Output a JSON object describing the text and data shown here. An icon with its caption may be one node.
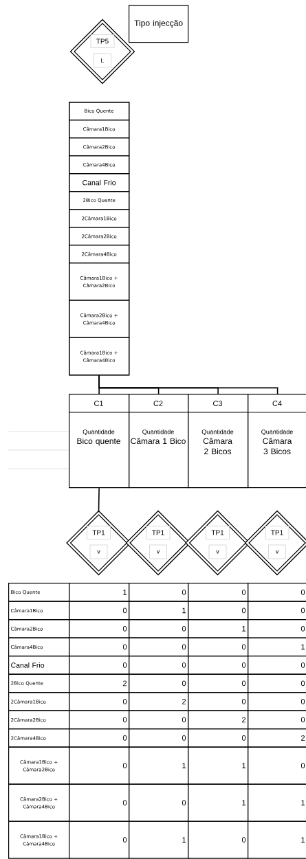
{
  "diagram": {
    "nodes": [
      {
        "text": [
          "TP5",
          "L"
        ]
      },
      {
        "text": [
          "Tipo injecção"
        ]
      },
      {
        "text": [],
        "shape": "box"
      },
      {
        "text": [
          "Bico Quente"
        ],
        "in": 2
      },
      {
        "text": [
          "Câmara1Bico"
        ],
        "in": 2
      },
      {
        "text": [
          "Câmara2Bico"
        ],
        "in": 2
      },
      {
        "text": [
          "Câmara4Bico"
        ],
        "in": 2
      },
      {
        "text": [
          "Canal Frio"
        ],
        "in": 2
      },
      {
        "text": [
          "2Bico Quente"
        ],
        "in": 2
      },
      {
        "text": [
          "2Câmara1Bico"
        ],
        "in": 2
      },
      {
        "text": [
          "2Câmara2Bico"
        ],
        "in": 2
      },
      {
        "text": [
          "2Câmara4Bico"
        ],
        "in": 2
      },
      {
        "text": [
          "Câmara1Bico + Câmara2Bico"
        ],
        "in": 2
      },
      {
        "text": [
          "Câmara2Bico + Câmara4Bico"
        ],
        "in": 2
      },
      {
        "text": [
          "Câmara1Bico + Câmara4Bico"
        ],
        "in": 2
      },
      {
        "text": [
          "C1",
          "Quantidade",
          "Bico quente"
        ]
      },
      {
        "text": [
          "C2",
          "Quantidade",
          "Câmara 1 Bico"
        ]
      },
      {
        "text": [
          "C3",
          "Quantidade",
          "Câmara 2 Bicos"
        ]
      },
      {
        "text": [
          "C4",
          "Quantidade",
          "Câmara 3 Bicos"
        ]
      },
      {
        "text": [
          "TP1",
          "v"
        ]
      },
      {
        "text": [
          "TP1",
          "v"
        ]
      },
      {
        "text": [
          "TP1",
          "v"
        ]
      },
      {
        "text": [
          "TP1",
          "v"
        ]
      }
    ],
    "edges": [
      {
        "from": 2,
        "to": 15,
        "arrow": "none"
      },
      {
        "from": 2,
        "to": 16,
        "arrow": "none"
      },
      {
        "from": 2,
        "to": 17,
        "arrow": "none"
      },
      {
        "from": 2,
        "to": 18,
        "arrow": "none"
      },
      {
        "from": 15,
        "to": 19,
        "arrow": "none"
      }
    ],
    "labels": [
      "Bico Quente",
      "1",
      "0",
      "0",
      "0",
      "Câmara1Bico",
      "0",
      "1",
      "0",
      "0",
      "Câmara2Bico",
      "0",
      "0",
      "1",
      "0",
      "Câmara4Bico",
      "0",
      "0",
      "0",
      "1",
      "Canal Frio",
      "0",
      "0",
      "0",
      "0",
      "2Bico Quente",
      "2",
      "0",
      "0",
      "0",
      "2Câmara1Bico",
      "0",
      "2",
      "0",
      "0",
      "2Câmara2Bico",
      "0",
      "0",
      "2",
      "0",
      "2Câmara4Bico",
      "0",
      "0",
      "0",
      "2",
      "Câmara1Bico + Câmara2Bico",
      "0",
      "1",
      "1",
      "0",
      "Câmara2Bico + Câmara4Bico",
      "0",
      "0",
      "1",
      "1",
      "Câmara1Bico + Câmara4Bico",
      "0",
      "1",
      "0",
      "1"
    ]
  }
}
